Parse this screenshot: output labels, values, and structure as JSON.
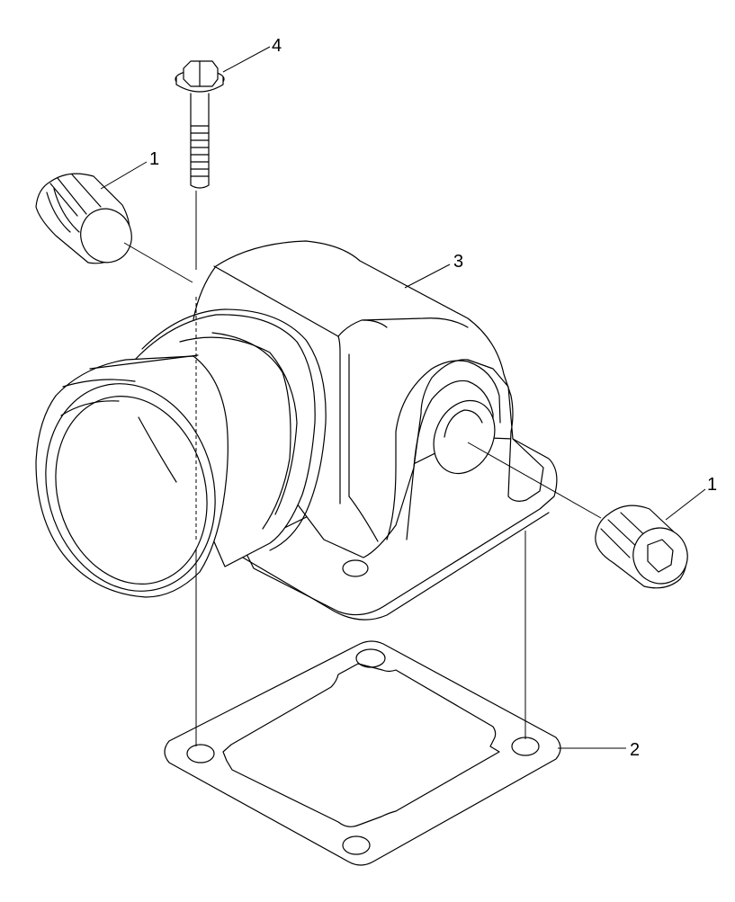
{
  "callouts": {
    "plug_upper_left": "1",
    "plug_right": "1",
    "gasket": "2",
    "housing": "3",
    "bolt": "4"
  }
}
